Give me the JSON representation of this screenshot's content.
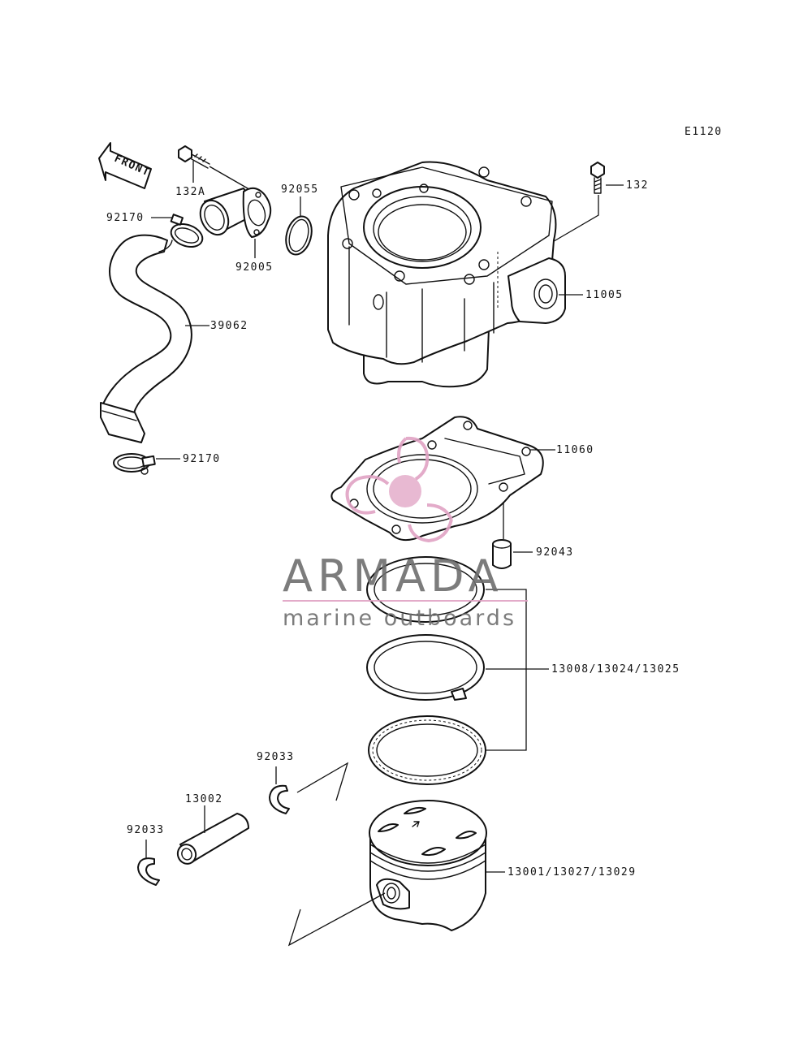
{
  "diagram_code": "E1120",
  "front_label": "FRONT",
  "watermark": {
    "title": "ARMADA",
    "subtitle": "marine outboards",
    "text_color": "#6e6e6e",
    "accent_color": "#e0a3c4"
  },
  "callouts": {
    "bolt_132A": "132A",
    "clamp_top": "92170",
    "fitting": "92005",
    "oring": "92055",
    "hose": "39062",
    "clamp_bottom": "92170",
    "bolt_132": "132",
    "cylinder": "11005",
    "gasket": "11060",
    "dowel": "92043",
    "rings": "13008/13024/13025",
    "circlip_right": "92033",
    "pin": "13002",
    "circlip_left": "92033",
    "piston": "13001/13027/13029"
  }
}
